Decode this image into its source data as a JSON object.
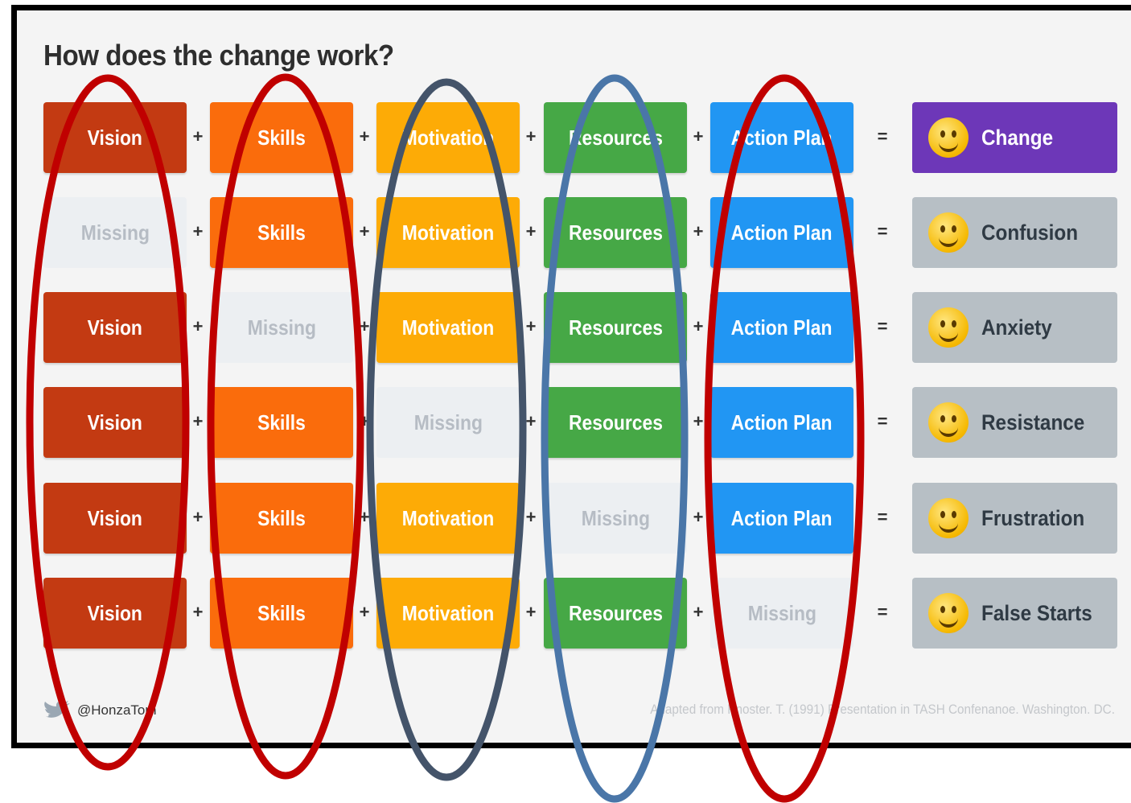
{
  "title": "How does the change work?",
  "columns": [
    "Vision",
    "Skills",
    "Motivation",
    "Resources",
    "Action Plan"
  ],
  "column_colors": [
    "#c33a12",
    "#fa6c0c",
    "#fdab06",
    "#46a846",
    "#2196f3"
  ],
  "missing_color": "#eceff2",
  "result_color_default": "#b7bfc5",
  "result_color_highlight": "#6d37b8",
  "plus_symbol": "+",
  "equals_symbol": "=",
  "rows": [
    {
      "cells": [
        "Vision",
        "Skills",
        "Motivation",
        "Resources",
        "Action Plan"
      ],
      "result": "Change",
      "emoji": "grinning-face-emoji",
      "highlight": true
    },
    {
      "cells": [
        "Missing",
        "Skills",
        "Motivation",
        "Resources",
        "Action Plan"
      ],
      "result": "Confusion",
      "emoji": "thinking-face-emoji",
      "highlight": false
    },
    {
      "cells": [
        "Vision",
        "Missing",
        "Motivation",
        "Resources",
        "Action Plan"
      ],
      "result": "Anxiety",
      "emoji": "sweat-face-emoji",
      "highlight": false
    },
    {
      "cells": [
        "Vision",
        "Skills",
        "Missing",
        "Resources",
        "Action Plan"
      ],
      "result": "Resistance",
      "emoji": "eye-roll-face-emoji",
      "highlight": false
    },
    {
      "cells": [
        "Vision",
        "Skills",
        "Motivation",
        "Missing",
        "Action Plan"
      ],
      "result": "Frustration",
      "emoji": "steam-nose-face-emoji",
      "highlight": false
    },
    {
      "cells": [
        "Vision",
        "Skills",
        "Motivation",
        "Resources",
        "Missing"
      ],
      "result": "False Starts",
      "emoji": "bandaged-face-emoji",
      "highlight": false
    }
  ],
  "footer": {
    "handle": "@HonzaTom",
    "credit": "Adapted from Knoster. T. (1991) Presentation in TASH Confenanoe. Washington. DC."
  },
  "oval_colors": [
    "#c00000",
    "#c00000",
    "#44546a",
    "#4a76a8",
    "#c00000"
  ]
}
